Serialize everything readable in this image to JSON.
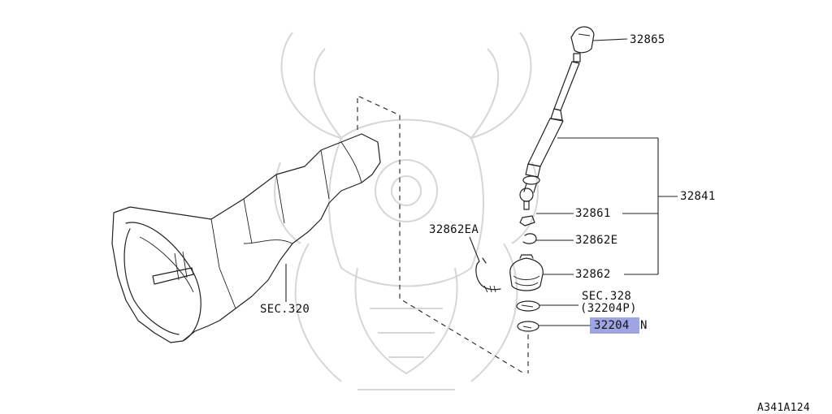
{
  "diagram": {
    "parts": {
      "knob": "32865",
      "lever_assembly": "32841",
      "ring": "32861",
      "clip": "32862E",
      "boot": "32862",
      "spring": "32862EA",
      "seat_ref_sec": "SEC.328",
      "seat_ref_part": "(32204P)",
      "bushing_a": "32204",
      "bushing_suffix": "N"
    },
    "transmission_ref": "SEC.320",
    "figure_code": "A341A124",
    "highlight_color": "#8e95dd"
  }
}
